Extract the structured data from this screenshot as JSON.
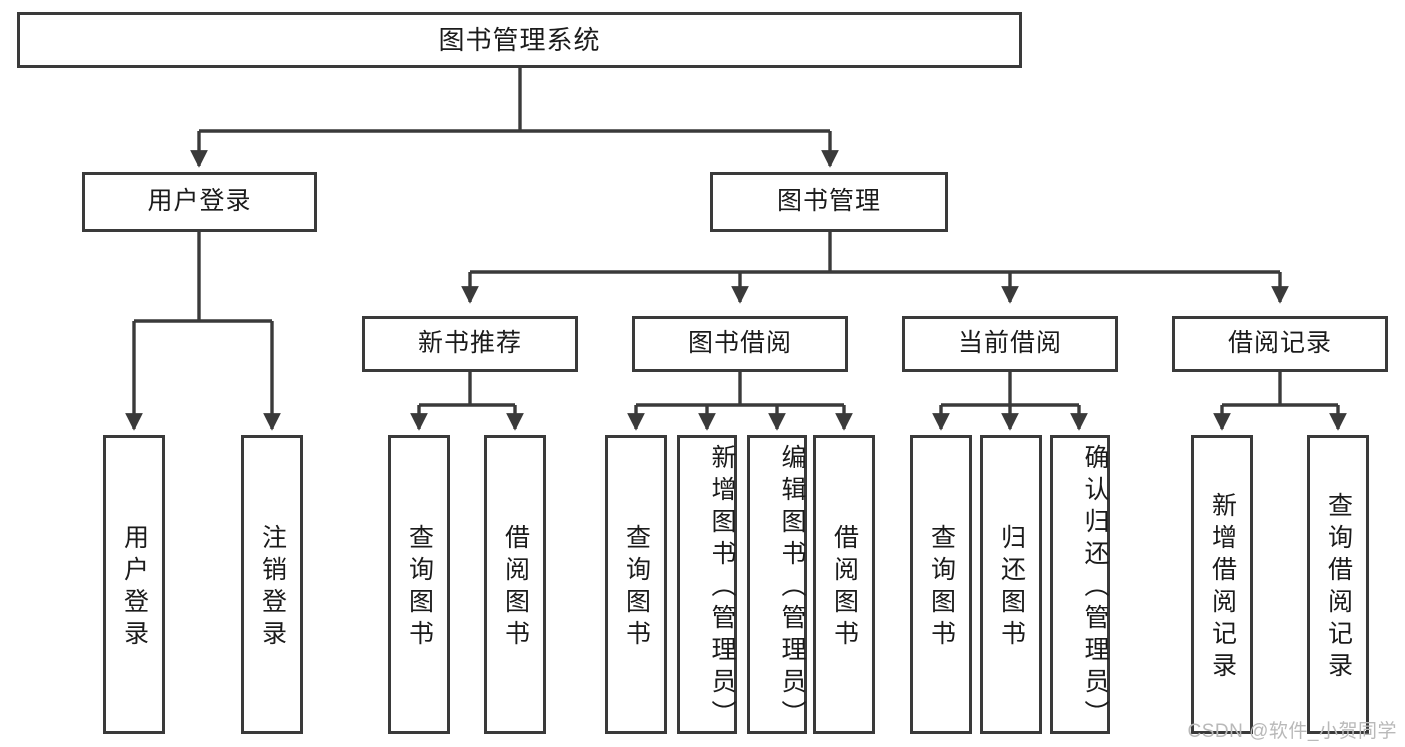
{
  "diagram": {
    "title": "图书管理系统",
    "type": "functional-structure-tree",
    "root": {
      "label": "图书管理系统"
    },
    "level2": [
      {
        "label": "用户登录"
      },
      {
        "label": "图书管理"
      }
    ],
    "level3": [
      {
        "label": "新书推荐"
      },
      {
        "label": "图书借阅"
      },
      {
        "label": "当前借阅"
      },
      {
        "label": "借阅记录"
      }
    ],
    "leaves": {
      "user_login": [
        {
          "label": "用户登录"
        },
        {
          "label": "注销登录"
        }
      ],
      "new_book_recommend": [
        {
          "label": "查询图书"
        },
        {
          "label": "借阅图书"
        }
      ],
      "book_borrow": [
        {
          "label": "查询图书"
        },
        {
          "label": "新增图书（管理员）"
        },
        {
          "label": "编辑图书（管理员）"
        },
        {
          "label": "借阅图书"
        }
      ],
      "current_borrow": [
        {
          "label": "查询图书"
        },
        {
          "label": "归还图书"
        },
        {
          "label": "确认归还（管理员）"
        }
      ],
      "borrow_record": [
        {
          "label": "新增借阅记录"
        },
        {
          "label": "查询借阅记录"
        }
      ]
    },
    "colors": {
      "stroke": "#3a3a3a",
      "text": "#1b1b1b",
      "background": "#ffffff",
      "watermark": "#b9b9b9"
    }
  },
  "watermark": {
    "text": "CSDN @软件_小贺同学"
  }
}
